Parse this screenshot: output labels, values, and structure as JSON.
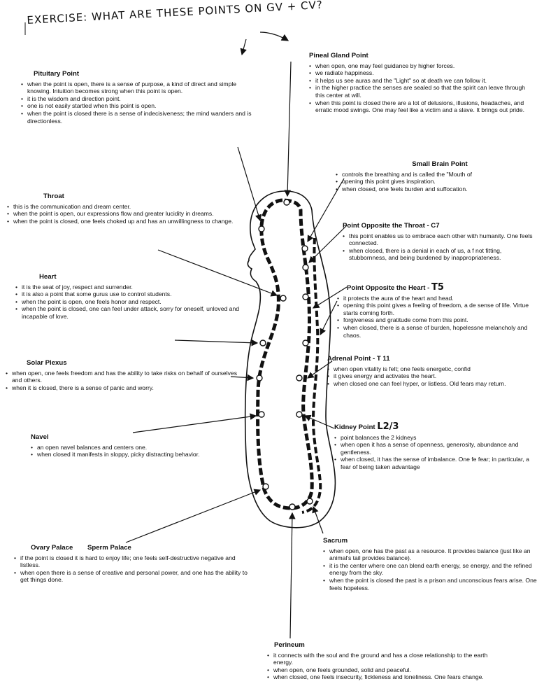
{
  "handwritten": {
    "header": "EXERCISE: WHAT ARE THESE POINTS ON GV + CV?",
    "t5": "T5",
    "l23": "L2/3"
  },
  "points": {
    "pineal": {
      "title": "Pineal Gland Point",
      "items": [
        "when open, one may feel guidance by higher forces.",
        "we radiate happiness.",
        "it helps us see auras and the \"Light\" so at death we can follow it.",
        "in the higher practice the senses are sealed so that the spirit can leave through this center at will.",
        "when this point is closed there are a lot of delusions, illusions, headaches, and erratic mood swings. One may feel like a victim and a slave. It brings out pride."
      ]
    },
    "pituitary": {
      "title": "Pituitary Point",
      "items": [
        "when the point is open, there is a sense of purpose, a kind of direct and simple knowing. Intuition becomes strong when this point is open.",
        "it is the wisdom and direction point.",
        "one is not easily startled when this point is open.",
        "when the point is closed there is a sense of indecisiveness; the mind wanders and is directionless."
      ]
    },
    "small_brain": {
      "title": "Small Brain Point",
      "items": [
        "controls the breathing and is called the \"Mouth of",
        "opening this point gives inspiration.",
        "when closed, one feels burden and suffocation."
      ]
    },
    "throat": {
      "title": "Throat",
      "items": [
        "this is the communication and dream center.",
        "when the point is open, our expressions flow and greater lucidity in dreams.",
        "when the point is closed, one feels choked up and has an unwillingness to change."
      ]
    },
    "opp_throat": {
      "title": "Point Opposite the Throat - C7",
      "items": [
        "this point enables us to embrace each other with humanity. One feels connected.",
        "when closed, there is a denial in each of us, a f not fitting, stubbornness, and being burdened by inappropriateness."
      ]
    },
    "heart": {
      "title": "Heart",
      "items": [
        "it is the seat of joy, respect and surrender.",
        "it is also a point that some gurus use to control students.",
        "when the point is open, one feels honor and respect.",
        "when the point is closed, one can feel under attack, sorry for oneself, unloved and incapable of love."
      ]
    },
    "opp_heart": {
      "title": "Point Opposite the Heart -",
      "items": [
        "it protects the aura of the heart and head.",
        "opening this point gives a feeling of freedom, a de sense of life. Virtue starts coming forth.",
        "forgiveness and gratitude come from this point.",
        "when closed, there is a sense of burden, hopelessne melancholy and chaos."
      ]
    },
    "solar": {
      "title": "Solar Plexus",
      "items": [
        "when open, one feels freedom and has the ability to take risks on behalf of ourselves and others.",
        "when it is closed, there is a sense of panic and worry."
      ]
    },
    "adrenal": {
      "title": "Adrenal Point - T 11",
      "items": [
        "when open vitality is felt; one feels energetic, confid",
        "it gives energy and activates the heart.",
        "when closed one can feel hyper, or listless. Old fears may return."
      ]
    },
    "navel": {
      "title": "Navel",
      "items": [
        "an open navel balances and centers one.",
        "when closed it manifests in sloppy, picky distracting behavior."
      ]
    },
    "kidney": {
      "title": "Kidney Point",
      "items": [
        "point balances the 2 kidneys",
        "when open it has a sense of openness, generosity, abundance and gentleness.",
        "when closed, it has the sense of imbalance. One fe fear; in particular, a fear of being taken advantage"
      ]
    },
    "ovary": {
      "title": "Ovary Palace",
      "title2": "Sperm Palace",
      "items": [
        "if the point is closed it is hard to enjoy life; one feels self-destructive negative and listless.",
        "when open there is a sense of creative and personal power, and one has the ability to get things done."
      ]
    },
    "sacrum": {
      "title": "Sacrum",
      "items": [
        "when open, one has the past as a resource. It provides balance (just like an animal's tail provides balance).",
        "it is the center where one can blend earth energy, se energy, and the refined energy from the sky.",
        "when the point is closed the past is a prison and unconscious fears arise. One feels hopeless."
      ]
    },
    "perineum": {
      "title": "Perineum",
      "items": [
        "it connects with the soul and the ground and has a close relationship to the earth energy.",
        "when open, one feels grounded, solid and peaceful.",
        "when closed, one feels insecurity, fickleness and loneliness. One fears change."
      ]
    }
  }
}
